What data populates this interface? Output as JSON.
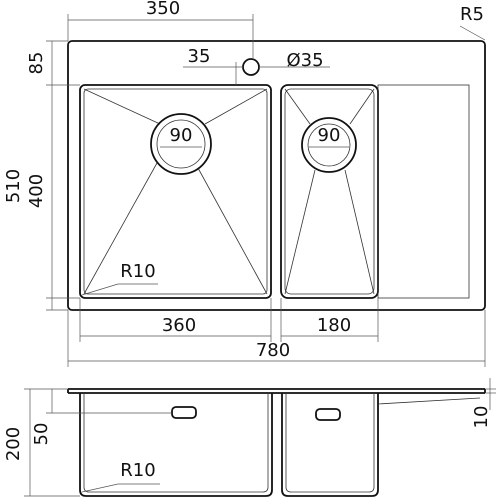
{
  "labels": {
    "width_top": "350",
    "offset_35": "35",
    "tap_hole": "Ø35",
    "corner_radius": "R5",
    "depth_85": "85",
    "depth_510": "510",
    "depth_400": "400",
    "drain_left": "90",
    "drain_right": "90",
    "bowl_radius": "R10",
    "bowl_left_width": "360",
    "bowl_right_width": "180",
    "total_width": "780",
    "height_200": "200",
    "height_50": "50",
    "rim_10": "10",
    "bottom_radius": "R10"
  }
}
